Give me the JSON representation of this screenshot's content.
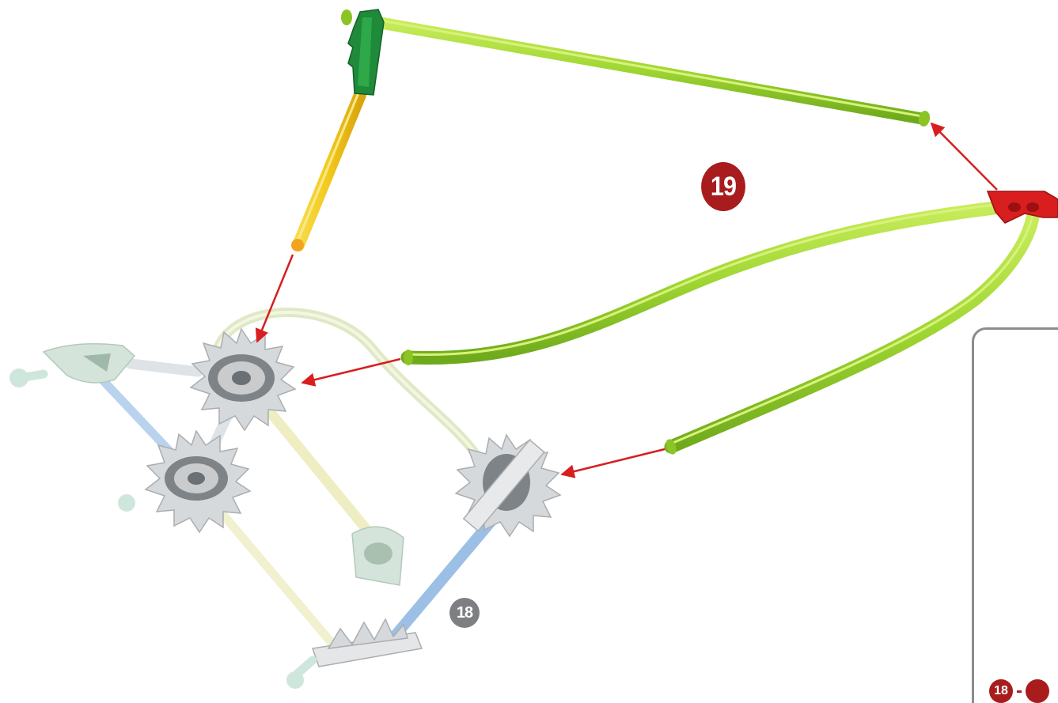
{
  "instruction": {
    "current_step": "19",
    "previous_step": "18"
  },
  "inset": {
    "range_start": "18",
    "range_separator": "-"
  },
  "colors": {
    "step_badge": "#a81c1e",
    "prev_badge": "#7e7f83",
    "lime_rod": "#9fd632",
    "yellow_rod": "#f2c81c",
    "green_connector": "#1f8a3a",
    "red_connector": "#d81e1e",
    "gray_connector": "#c9cbcd",
    "blue_rod": "#a8c8e8",
    "pale_yellow_rod": "#efeec2",
    "arrow": "#d81e1e"
  }
}
